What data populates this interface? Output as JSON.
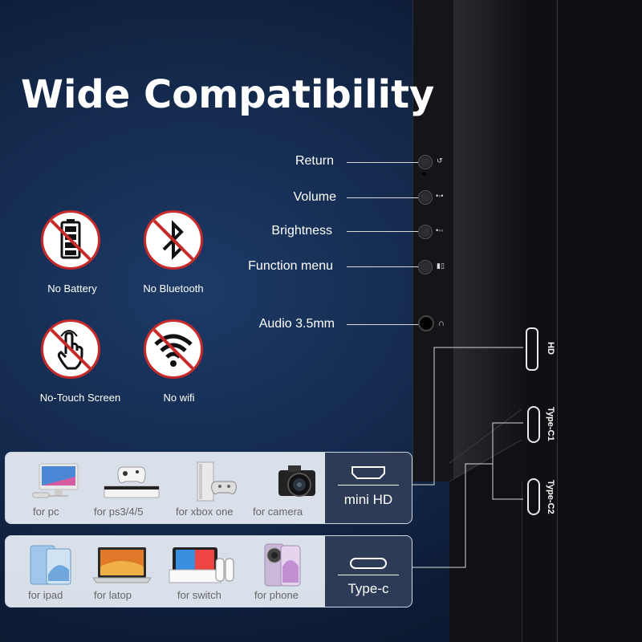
{
  "title": "Wide Compatibility",
  "buttons": [
    {
      "label": "Return"
    },
    {
      "label": "Volume"
    },
    {
      "label": "Brightness"
    },
    {
      "label": "Function menu"
    },
    {
      "label": "Audio 3.5mm"
    }
  ],
  "features": [
    {
      "label": "No Battery",
      "icon": "battery-icon"
    },
    {
      "label": "No Bluetooth",
      "icon": "bluetooth-icon"
    },
    {
      "label": "No-Touch Screen",
      "icon": "touch-icon"
    },
    {
      "label": "No wifi",
      "icon": "wifi-icon"
    }
  ],
  "ports": {
    "hd": "HD",
    "typec1": "Type-C1",
    "typec2": "Type-C2"
  },
  "panel_hd": {
    "port_name": "mini HD",
    "devices": [
      {
        "label": "for pc"
      },
      {
        "label": "for ps3/4/5"
      },
      {
        "label": "for xbox one"
      },
      {
        "label": "for camera"
      }
    ]
  },
  "panel_typec": {
    "port_name": "Type-c",
    "devices": [
      {
        "label": "for ipad"
      },
      {
        "label": "for latop"
      },
      {
        "label": "for switch"
      },
      {
        "label": "for phone"
      }
    ]
  },
  "colors": {
    "accent_red": "#c62a2a",
    "panel_port_bg": "#2e3b56"
  }
}
